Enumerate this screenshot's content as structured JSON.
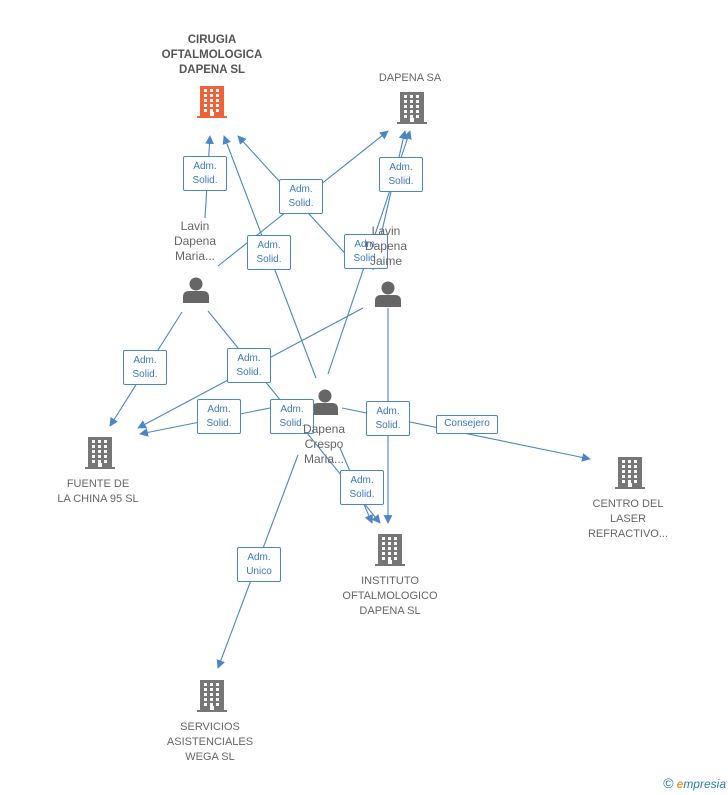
{
  "companies": [
    {
      "id": "cirugia",
      "label": "CIRUGIA\nOFTALMOLOGICA\nDAPENA SL",
      "main": true
    },
    {
      "id": "dapena_sa",
      "label": "DAPENA SA",
      "main": false
    },
    {
      "id": "fuente",
      "label": "FUENTE DE\nLA CHINA 95 SL",
      "main": false
    },
    {
      "id": "centro",
      "label": "CENTRO DEL\nLASER\nREFRACTIVO...",
      "main": false
    },
    {
      "id": "instituto",
      "label": "INSTITUTO\nOFTALMOLOGICO\nDAPENA SL",
      "main": false
    },
    {
      "id": "servicios",
      "label": "SERVICIOS\nASISTENCIALES\nWEGA SL",
      "main": false
    }
  ],
  "persons": [
    {
      "id": "lavin_maria",
      "label": "Lavin\nDapena\nMaria..."
    },
    {
      "id": "lavin_jaime",
      "label": "Lavin\nDapena\nJaime"
    },
    {
      "id": "dapena_crespo",
      "label": "Dapena\nCrespo\nMaria..."
    }
  ],
  "edges": [
    {
      "from": "lavin_maria",
      "to": "cirugia",
      "label": "Adm.\nSolid."
    },
    {
      "from": "lavin_maria",
      "to": "dapena_sa",
      "label": "Adm.\nSolid."
    },
    {
      "from": "lavin_maria",
      "to": "fuente",
      "label": "Adm.\nSolid."
    },
    {
      "from": "lavin_maria",
      "to": "instituto",
      "label": ""
    },
    {
      "from": "lavin_jaime",
      "to": "dapena_sa",
      "label": "Adm.\nSolid."
    },
    {
      "from": "lavin_jaime",
      "to": "cirugia",
      "label": "Adm.\nSolid."
    },
    {
      "from": "lavin_jaime",
      "to": "fuente",
      "label": "Adm.\nSolid."
    },
    {
      "from": "lavin_jaime",
      "to": "instituto",
      "label": "Adm.\nSolid."
    },
    {
      "from": "dapena_crespo",
      "to": "cirugia",
      "label": "Adm.\nSolid."
    },
    {
      "from": "dapena_crespo",
      "to": "dapena_sa",
      "label": "Adm.\nSolid."
    },
    {
      "from": "dapena_crespo",
      "to": "fuente",
      "label": "Adm.\nSolid."
    },
    {
      "from": "dapena_crespo",
      "to": "instituto",
      "label": "Adm.\nSolid."
    },
    {
      "from": "dapena_crespo",
      "to": "centro",
      "label": "Consejero"
    },
    {
      "from": "dapena_crespo",
      "to": "servicios",
      "label": "Adm.\nUnico"
    }
  ],
  "colors": {
    "main_company": "#f0623a",
    "company": "#777777",
    "person": "#666666",
    "edge": "#4a86c8"
  },
  "footer": {
    "copyright": "©",
    "brand_first": "e",
    "brand_rest": "mpresia"
  }
}
